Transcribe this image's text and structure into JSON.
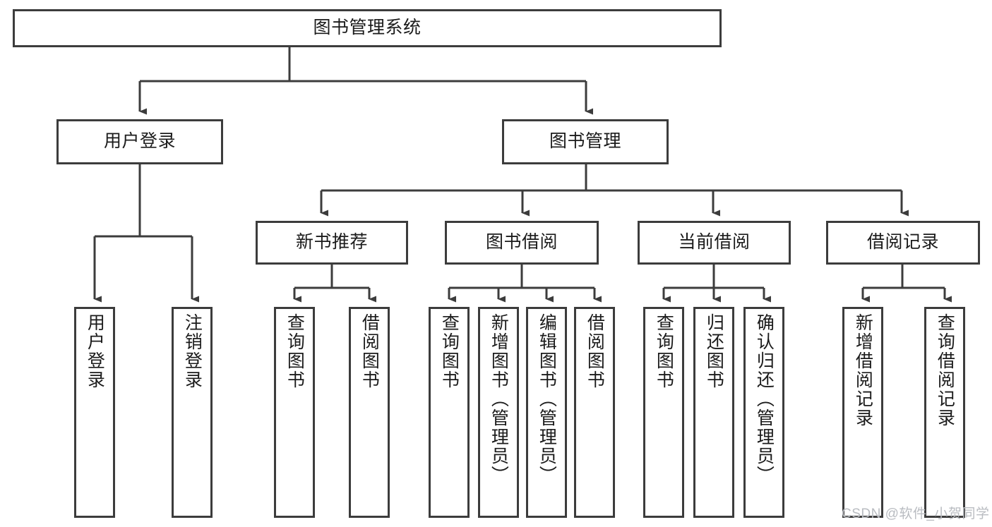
{
  "diagram": {
    "type": "tree-hierarchy",
    "title": "图书管理系统",
    "colors": {
      "stroke": "#3c3c3c",
      "fill": "#ffffff",
      "text": "#1b1b1b",
      "watermark": "#b9bcc1"
    },
    "root": {
      "id": "root",
      "label": "图书管理系统",
      "orientation": "horizontal"
    },
    "level2": [
      {
        "id": "user-login",
        "label": "用户登录",
        "orientation": "horizontal"
      },
      {
        "id": "book-manage",
        "label": "图书管理",
        "orientation": "horizontal"
      }
    ],
    "level3": [
      {
        "id": "new-book-recommend",
        "label": "新书推荐",
        "orientation": "horizontal",
        "parent": "book-manage"
      },
      {
        "id": "book-borrow",
        "label": "图书借阅",
        "orientation": "horizontal",
        "parent": "book-manage"
      },
      {
        "id": "current-borrow",
        "label": "当前借阅",
        "orientation": "horizontal",
        "parent": "book-manage"
      },
      {
        "id": "borrow-record",
        "label": "借阅记录",
        "orientation": "horizontal",
        "parent": "book-manage"
      }
    ],
    "leaves": [
      {
        "id": "leaf-user-login",
        "label": "用户登录",
        "parent": "user-login"
      },
      {
        "id": "leaf-logout-login",
        "label": "注销登录",
        "parent": "user-login"
      },
      {
        "id": "leaf-query-book-1",
        "label": "查询图书",
        "parent": "new-book-recommend"
      },
      {
        "id": "leaf-borrow-book-1",
        "label": "借阅图书",
        "parent": "new-book-recommend"
      },
      {
        "id": "leaf-query-book-2",
        "label": "查询图书",
        "parent": "book-borrow"
      },
      {
        "id": "leaf-add-book",
        "label": "新增图书（管理员）",
        "parent": "book-borrow"
      },
      {
        "id": "leaf-edit-book",
        "label": "编辑图书（管理员）",
        "parent": "book-borrow"
      },
      {
        "id": "leaf-borrow-book-2",
        "label": "借阅图书",
        "parent": "book-borrow"
      },
      {
        "id": "leaf-query-book-3",
        "label": "查询图书",
        "parent": "current-borrow"
      },
      {
        "id": "leaf-return-book",
        "label": "归还图书",
        "parent": "current-borrow"
      },
      {
        "id": "leaf-confirm-return",
        "label": "确认归还（管理员）",
        "parent": "current-borrow"
      },
      {
        "id": "leaf-add-record",
        "label": "新增借阅记录",
        "parent": "borrow-record"
      },
      {
        "id": "leaf-query-record",
        "label": "查询借阅记录",
        "parent": "borrow-record"
      }
    ]
  },
  "watermark": {
    "text": "CSDN @软件_小贺同学"
  }
}
